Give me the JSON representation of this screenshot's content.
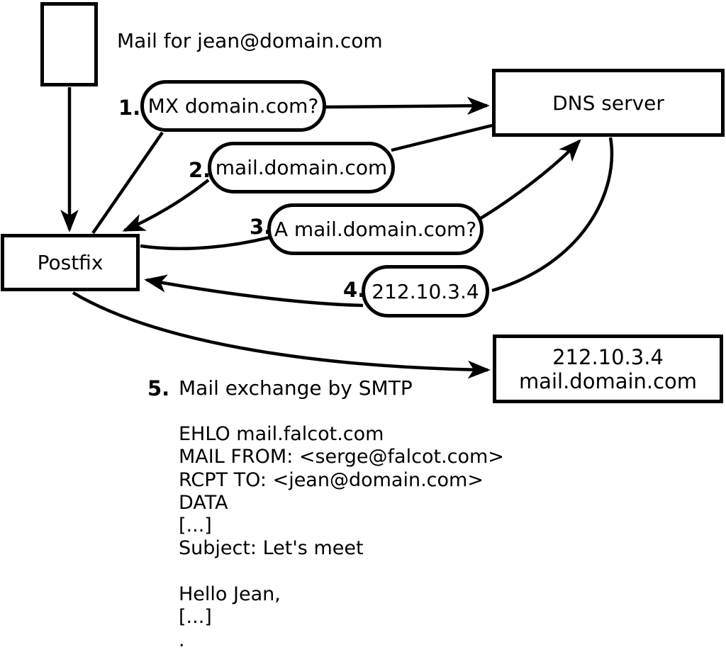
{
  "diagram": {
    "mail_note": "Mail for jean@domain.com",
    "nodes": {
      "postfix": "Postfix",
      "dns_server": "DNS server",
      "mail_server_line1": "212.10.3.4",
      "mail_server_line2": "mail.domain.com"
    },
    "steps": [
      {
        "num": "1.",
        "label": "MX domain.com?"
      },
      {
        "num": "2.",
        "label": "mail.domain.com"
      },
      {
        "num": "3.",
        "label": "A mail.domain.com?"
      },
      {
        "num": "4.",
        "label": "212.10.3.4"
      },
      {
        "num": "5.",
        "label": "Mail exchange by SMTP"
      }
    ],
    "smtp_session": [
      "EHLO mail.falcot.com",
      "MAIL FROM: <serge@falcot.com>",
      "RCPT TO: <jean@domain.com>",
      "DATA",
      "[...]",
      "Subject: Let's meet",
      "",
      "Hello Jean,",
      "[...]",
      "."
    ]
  },
  "colors": {
    "stroke": "#000000",
    "background": "#ffffff"
  }
}
